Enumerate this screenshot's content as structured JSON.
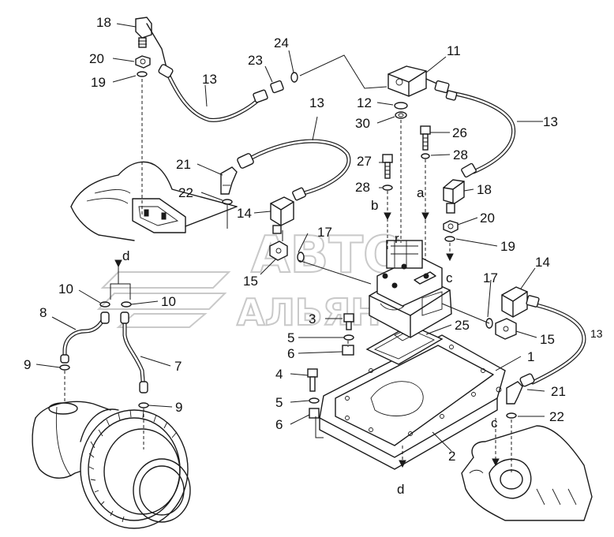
{
  "diagram": {
    "watermark_line1": "АВТО",
    "watermark_line2": "АЛЬЯНС",
    "part_numbers": {
      "p1": "1",
      "p2": "2",
      "p3": "3",
      "p4": "4",
      "p5a": "5",
      "p5b": "5",
      "p6a": "6",
      "p6b": "6",
      "p7": "7",
      "p8": "8",
      "p9a": "9",
      "p9b": "9",
      "p10a": "10",
      "p10b": "10",
      "p11": "11",
      "p12": "12",
      "p13a": "13",
      "p13b": "13",
      "p13c": "13",
      "p13d": "13",
      "p14a": "14",
      "p14b": "14",
      "p15a": "15",
      "p15b": "15",
      "p17a": "17",
      "p17b": "17",
      "p18a": "18",
      "p18b": "18",
      "p19a": "19",
      "p19b": "19",
      "p20a": "20",
      "p20b": "20",
      "p21a": "21",
      "p21b": "21",
      "p22a": "22",
      "p22b": "22",
      "p23": "23",
      "p24": "24",
      "p25": "25",
      "p26": "26",
      "p27": "27",
      "p28a": "28",
      "p28b": "28",
      "p30": "30"
    },
    "reference_letters": {
      "a": "a",
      "b": "b",
      "c_top": "c",
      "c_bottom": "c",
      "d_top": "d",
      "d_bottom": "d",
      "r": "r"
    }
  }
}
